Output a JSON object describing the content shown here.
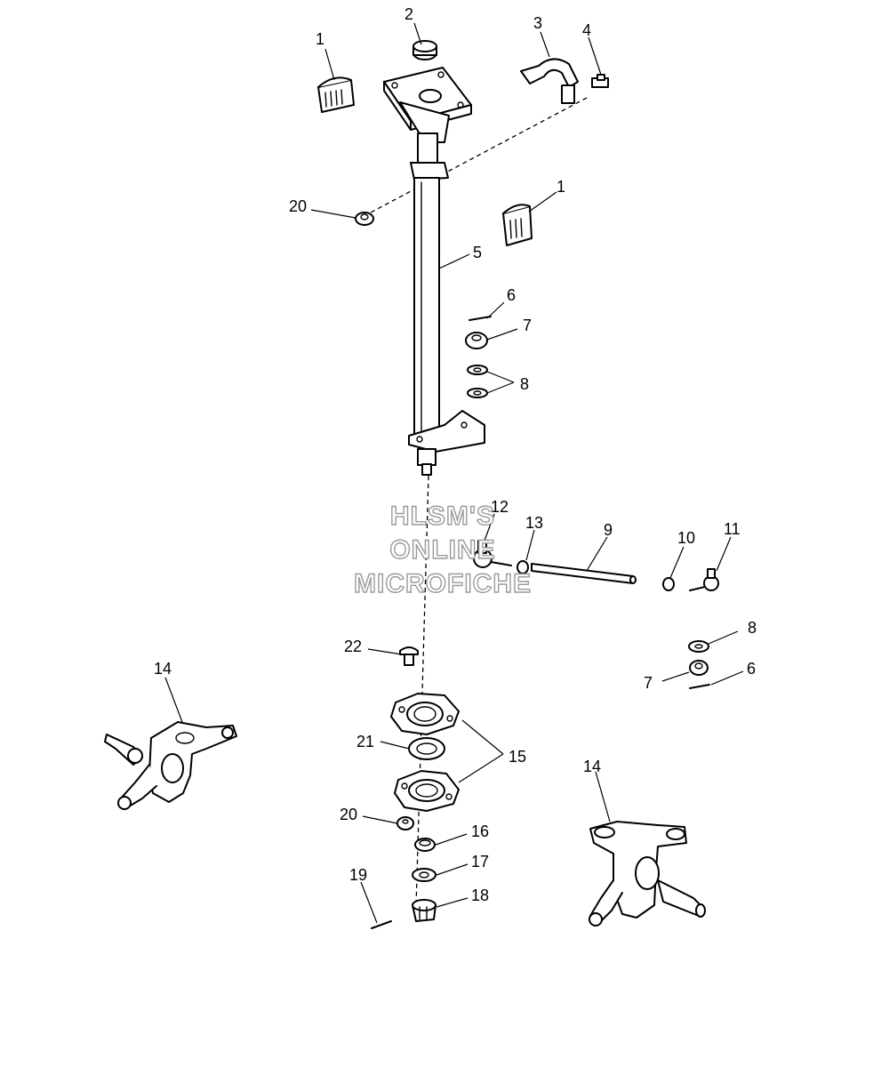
{
  "callouts": [
    {
      "id": "c1a",
      "label": "1"
    },
    {
      "id": "c2",
      "label": "2"
    },
    {
      "id": "c3",
      "label": "3"
    },
    {
      "id": "c4",
      "label": "4"
    },
    {
      "id": "c20a",
      "label": "20"
    },
    {
      "id": "c1b",
      "label": "1"
    },
    {
      "id": "c5",
      "label": "5"
    },
    {
      "id": "c6a",
      "label": "6"
    },
    {
      "id": "c7a",
      "label": "7"
    },
    {
      "id": "c8a",
      "label": "8"
    },
    {
      "id": "c12",
      "label": "12"
    },
    {
      "id": "c13",
      "label": "13"
    },
    {
      "id": "c9",
      "label": "9"
    },
    {
      "id": "c10",
      "label": "10"
    },
    {
      "id": "c11",
      "label": "11"
    },
    {
      "id": "c8b",
      "label": "8"
    },
    {
      "id": "c7b",
      "label": "7"
    },
    {
      "id": "c6b",
      "label": "6"
    },
    {
      "id": "c22",
      "label": "22"
    },
    {
      "id": "c14a",
      "label": "14"
    },
    {
      "id": "c21",
      "label": "21"
    },
    {
      "id": "c15",
      "label": "15"
    },
    {
      "id": "c14b",
      "label": "14"
    },
    {
      "id": "c20b",
      "label": "20"
    },
    {
      "id": "c16",
      "label": "16"
    },
    {
      "id": "c17",
      "label": "17"
    },
    {
      "id": "c19",
      "label": "19"
    },
    {
      "id": "c18",
      "label": "18"
    }
  ],
  "watermark": {
    "line1": "HLSM'S",
    "line2": "ONLINE",
    "line3": "MICROFICHE"
  }
}
